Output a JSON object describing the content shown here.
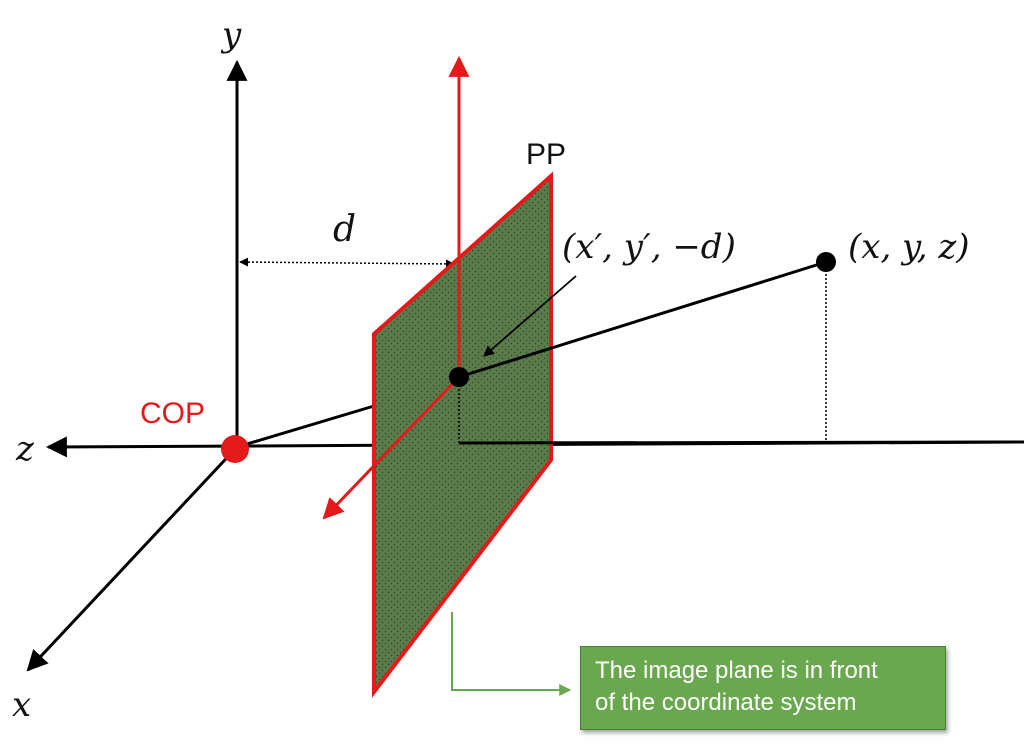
{
  "labels": {
    "y_axis": "y",
    "z_axis": "z",
    "x_axis": "x",
    "distance": "d",
    "projection_plane": "PP",
    "center_of_projection": "COP",
    "projected_point": "(x′, y′, −d)",
    "world_point": "(x, y, z)"
  },
  "note": {
    "line1": "The image plane is in front",
    "line2": "of the coordinate system"
  },
  "colors": {
    "plane_fill": "#5b7b4b",
    "accent_red": "#e41a1a",
    "note_green": "#6aa84f",
    "axis_black": "#000000"
  }
}
